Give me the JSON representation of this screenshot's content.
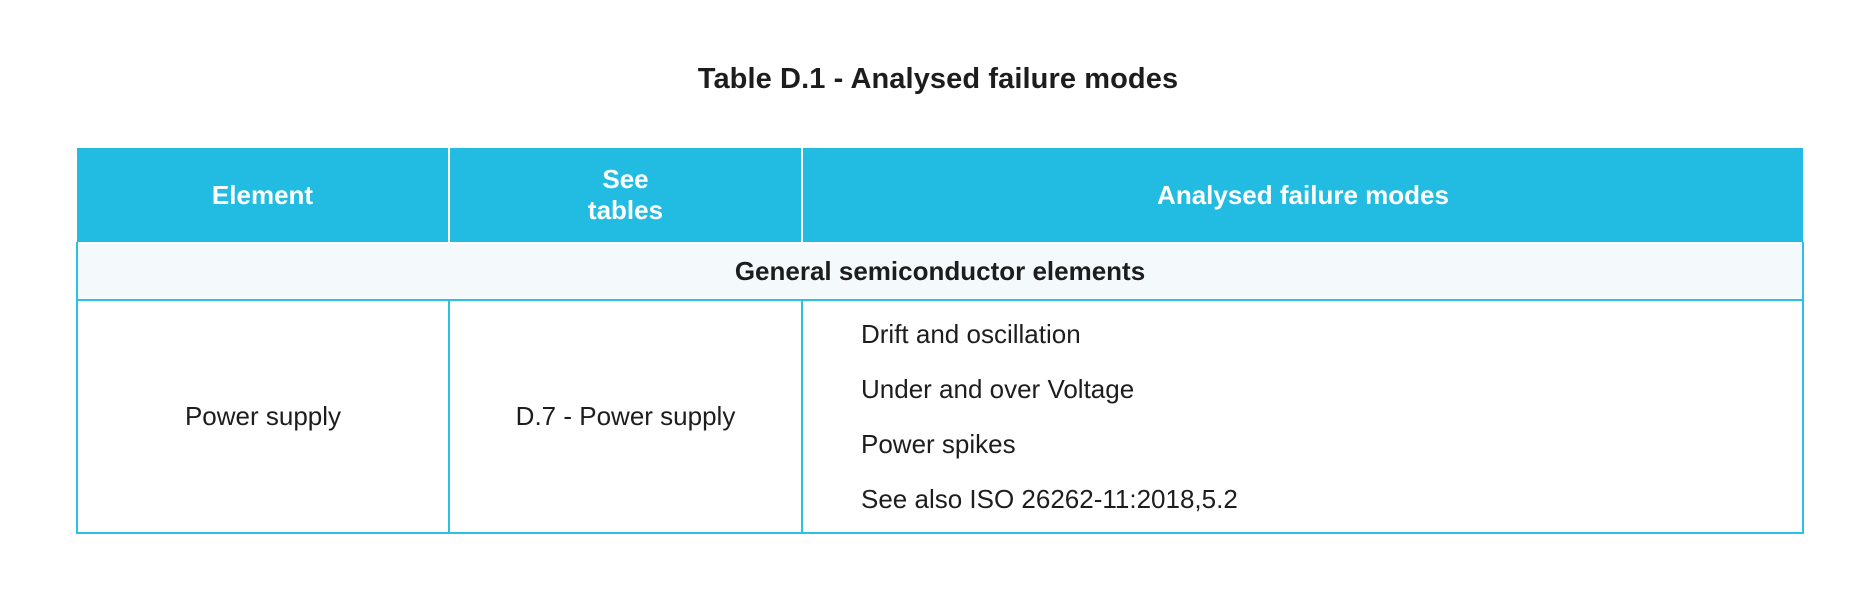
{
  "document": {
    "caption": "Table D.1 - Analysed failure modes"
  },
  "table": {
    "columns": [
      {
        "key": "element",
        "label": "Element"
      },
      {
        "key": "see_tables",
        "label": "See\ntables"
      },
      {
        "key": "analysed_failure_modes",
        "label": "Analysed failure modes"
      }
    ],
    "sections": [
      {
        "title": "General semiconductor elements",
        "rows": [
          {
            "element": "Power supply",
            "see_tables": "D.7 - Power supply",
            "analysed_failure_modes": [
              "Drift and oscillation",
              "Under and over Voltage",
              "Power spikes",
              "See also ISO 26262-11:2018,5.2"
            ]
          }
        ]
      }
    ]
  },
  "colors": {
    "header_background": "#22bce2",
    "header_text": "#ffffff",
    "border": "#2bc0e4",
    "section_background": "#f4f9fb",
    "body_background": "#ffffff",
    "text": "#1d1d1d",
    "page_background": "#ffffff"
  }
}
